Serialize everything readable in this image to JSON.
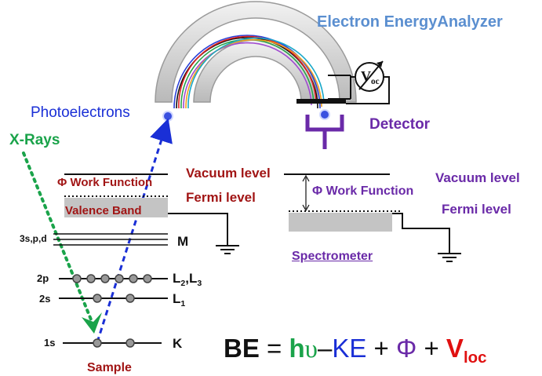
{
  "labels": {
    "analyzer_title": "Electron EnergyAnalyzer",
    "photoelectrons": "Photoelectrons",
    "detector": "Detector",
    "xrays": "X-Rays",
    "sample_work_function": "Φ Work Function",
    "valence_band": "Valence Band",
    "sample_vacuum_level": "Vacuum level",
    "sample_fermi_level": "Fermi level",
    "spec_work_function": "Φ Work Function",
    "spec_vacuum_level": "Vacuum level",
    "spec_fermi_level": "Fermi level",
    "spectrometer": "Spectrometer",
    "sample": "Sample",
    "voltmeter_symbol": "V",
    "voltmeter_sub": "oc"
  },
  "levels": [
    {
      "orbital": "3s,p,d",
      "shell": "M",
      "shell_sub": ""
    },
    {
      "orbital": "2p",
      "shell": "L",
      "shell_sub": "2",
      "shell2": "L",
      "shell2_sub": "3"
    },
    {
      "orbital": "2s",
      "shell": "L",
      "shell_sub": "1"
    },
    {
      "orbital": "1s",
      "shell": "K",
      "shell_sub": ""
    }
  ],
  "formula": {
    "be": "BE",
    "eq": " = ",
    "h": "h",
    "nu": "υ",
    "minus": "–",
    "ke": "KE",
    "plus1": " + ",
    "phi": "Φ",
    "plus2": " + ",
    "v": "V",
    "v_sub": "loc"
  },
  "colors": {
    "analyzer_title": "#5b8fd0",
    "photoelectrons": "#1a2fd6",
    "xrays": "#1aa34a",
    "sample_labels": "#a11515",
    "spectrometer_labels": "#6a2aa8",
    "formula_h": "#1aa34a",
    "formula_ke": "#1a2fd6",
    "formula_phi": "#6a2aa8",
    "formula_v": "#e01010"
  }
}
